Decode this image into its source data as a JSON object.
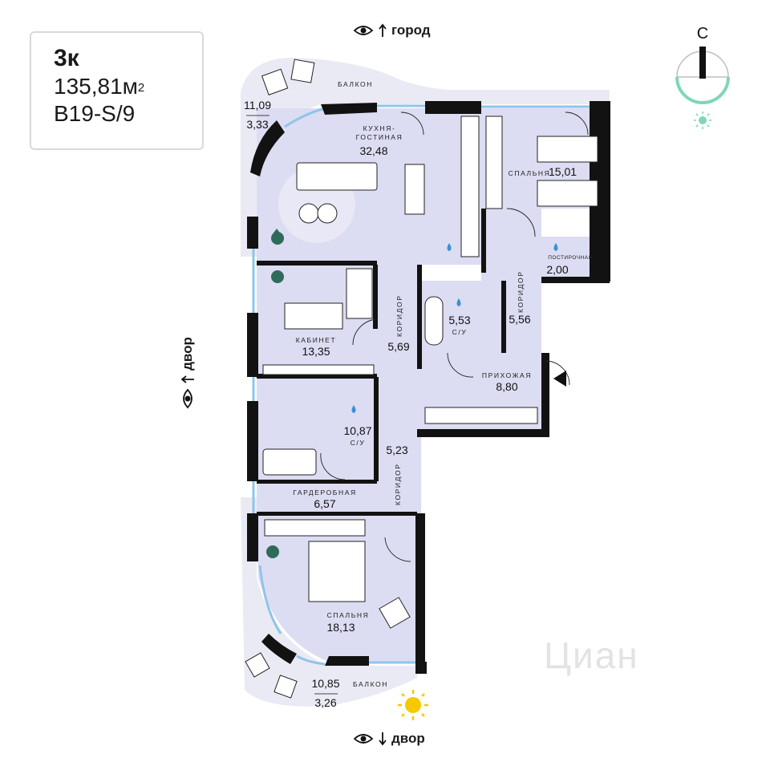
{
  "summary": {
    "rooms": "3к",
    "area": "135,81м",
    "area_sup": "2",
    "code": "B19-S/9"
  },
  "views": {
    "top": "город",
    "left": "двор",
    "bottom": "двор"
  },
  "compass": {
    "north": "С"
  },
  "rooms": {
    "balcony_top": {
      "name": "БАЛКОН",
      "area": "11,09",
      "area2": "3,33"
    },
    "kitchen": {
      "name1": "КУХНЯ-",
      "name2": "ГОСТИНАЯ",
      "area": "32,48"
    },
    "bedroom1": {
      "name": "СПАЛЬНЯ",
      "area": "15,01"
    },
    "laundry": {
      "name": "ПОСТИРОЧНАЯ",
      "area": "2,00"
    },
    "study": {
      "name": "КАБИНЕТ",
      "area": "13,35"
    },
    "corridor1": {
      "name": "КОРИДОР",
      "area": "5,69"
    },
    "bath1": {
      "name": "С/У",
      "area": "5,53"
    },
    "corridor2": {
      "name": "КОРИДОР",
      "area": "5,56"
    },
    "hall": {
      "name": "ПРИХОЖАЯ",
      "area": "8,80"
    },
    "bath2": {
      "name": "С/У",
      "area": "10,87"
    },
    "corridor3": {
      "name": "КОРИДОР",
      "area": "5,23"
    },
    "wardrobe": {
      "name": "ГАРДЕРОБНАЯ",
      "area": "6,57"
    },
    "bedroom2": {
      "name": "СПАЛЬНЯ",
      "area": "18,13"
    },
    "balcony_bottom": {
      "name": "БАЛКОН",
      "area": "10,85",
      "area2": "3,26"
    }
  },
  "watermark": "Циан",
  "colors": {
    "room_fill": "#dcdcf2",
    "balcony_fill": "#eaeaf5",
    "wall": "#121212",
    "glass": "#8fc5e8",
    "plant": "#2f6b5a",
    "sun": "#f5c800",
    "compass_accent": "#7fd6b8",
    "water_drop": "#3a8fd6"
  },
  "icons": [
    "eye-icon",
    "arrow-up-icon",
    "arrow-down-icon",
    "compass-icon",
    "sun-icon",
    "plant-icon",
    "water-drop-icon",
    "entrance-arrow-icon"
  ]
}
